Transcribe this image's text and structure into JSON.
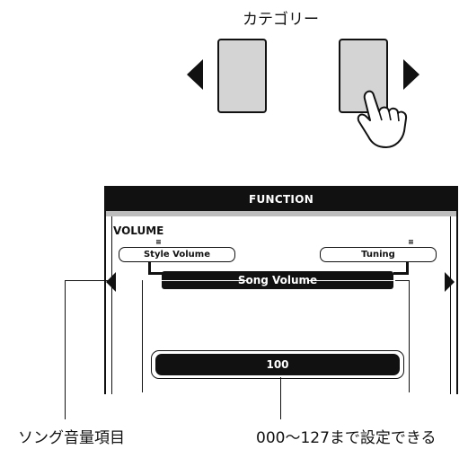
{
  "category": {
    "label": "カテゴリー"
  },
  "lcd": {
    "header": "FUNCTION",
    "group_label": "VOLUME",
    "tick_mark": "≡",
    "left_item": "Style Volume",
    "right_item": "Tuning",
    "selected_item": "Song Volume",
    "value": "100"
  },
  "callouts": {
    "left": "ソング音量項目",
    "right": "000～127まで設定できる"
  }
}
